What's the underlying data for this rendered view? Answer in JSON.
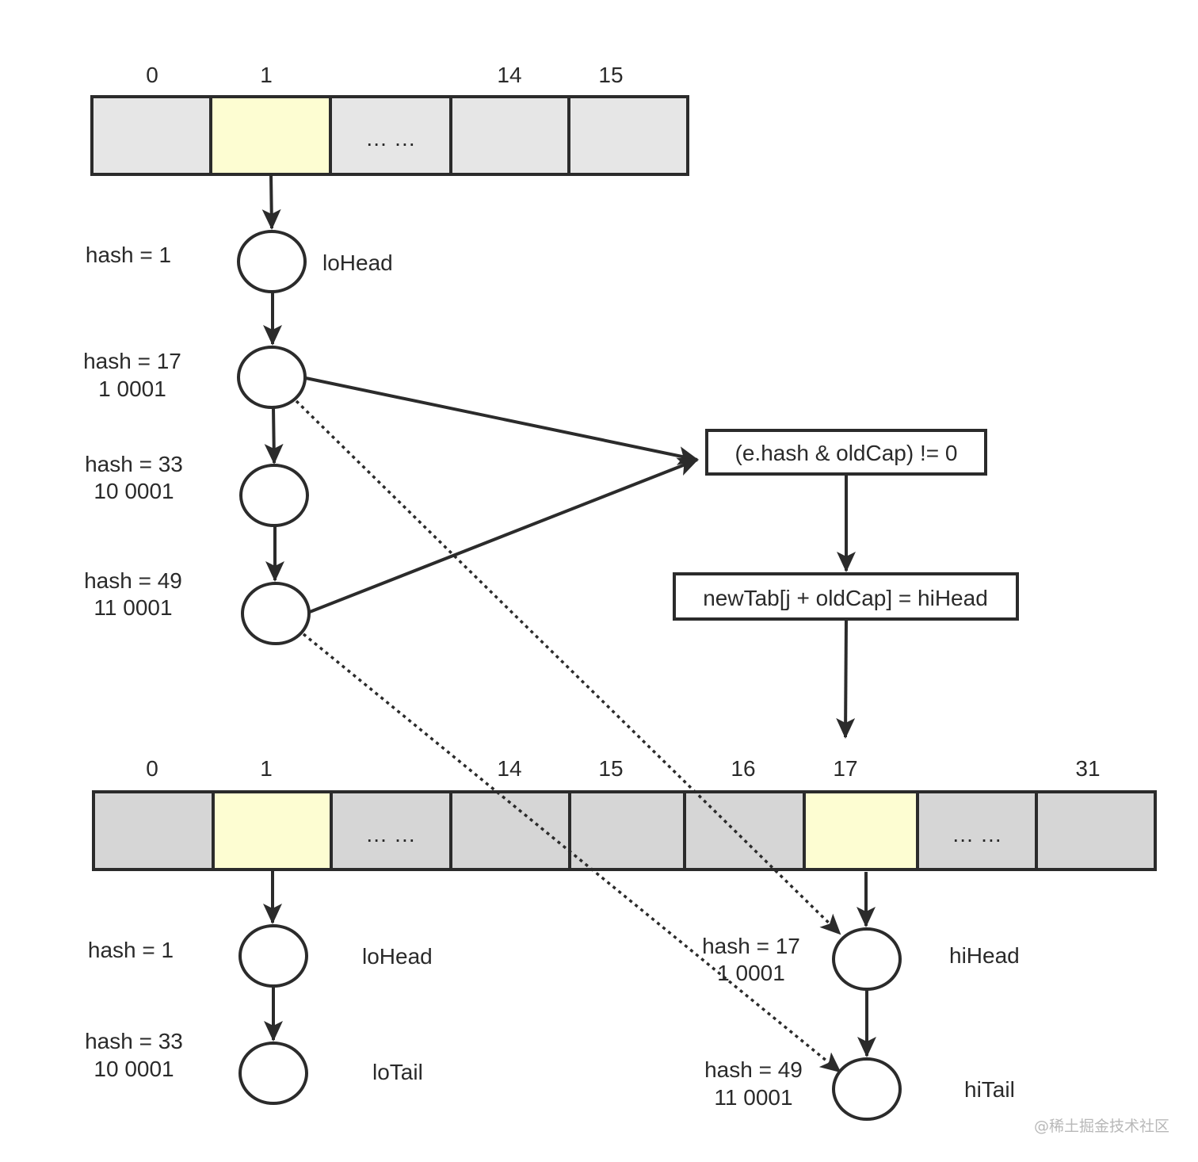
{
  "colors": {
    "cell_old": "#e6e6e6",
    "cell_new": "#d6d6d6",
    "cell_highlight": "#fdfdd2",
    "stroke": "#2b2b2b",
    "text": "#2a2a2a",
    "watermark": "#b8b8b8"
  },
  "old_table": {
    "indices": [
      "0",
      "1",
      "14",
      "15"
    ],
    "ellipsis": "… …"
  },
  "old_chain": [
    {
      "hash": "hash = 1",
      "binary": "",
      "role": "loHead"
    },
    {
      "hash": "hash = 17",
      "binary": "1 0001",
      "role": ""
    },
    {
      "hash": "hash = 33",
      "binary": "10 0001",
      "role": ""
    },
    {
      "hash": "hash = 49",
      "binary": "11 0001",
      "role": ""
    }
  ],
  "condition_box": "(e.hash & oldCap) != 0",
  "assignment_box": "newTab[j + oldCap] = hiHead",
  "new_table": {
    "indices": [
      "0",
      "1",
      "14",
      "15",
      "16",
      "17",
      "31"
    ],
    "ellipsis_left": "… …",
    "ellipsis_right": "… …"
  },
  "lo_list": [
    {
      "hash": "hash = 1",
      "binary": "",
      "role": "loHead"
    },
    {
      "hash": "hash = 33",
      "binary": "10 0001",
      "role": "loTail"
    }
  ],
  "hi_list": [
    {
      "hash": "hash = 17",
      "binary": "1 0001",
      "role": "hiHead"
    },
    {
      "hash": "hash = 49",
      "binary": "11 0001",
      "role": "hiTail"
    }
  ],
  "watermark": "@稀土掘金技术社区"
}
